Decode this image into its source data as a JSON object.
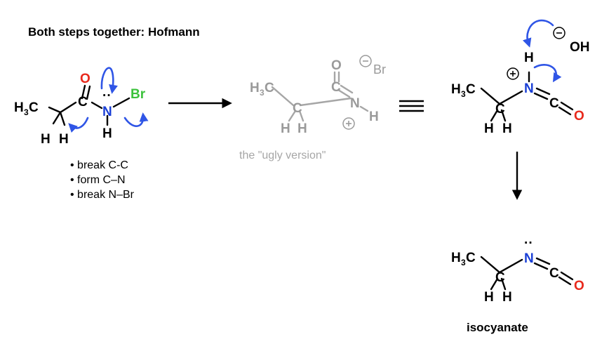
{
  "title": "Both steps together: Hofmann",
  "atoms": {
    "C": "C",
    "O": "O",
    "N": "N",
    "H": "H",
    "Br": "Br",
    "OH": "OH",
    "H3C_main": "H",
    "H3C_sub": "3",
    "H3C_tail": "C",
    "lone_pair": "··",
    "plus": "+",
    "minus": "−"
  },
  "bullets": [
    "• break C-C",
    "• form C–N",
    "• break N–Br"
  ],
  "ugly_label": "the \"ugly version\"",
  "product_label": "isocyanate",
  "colors": {
    "oxygen": "#e8291c",
    "nitrogen": "#1a3fd6",
    "bromine": "#3cc23c",
    "arrow": "#2f55e6",
    "faded": "#9a9a9a"
  }
}
